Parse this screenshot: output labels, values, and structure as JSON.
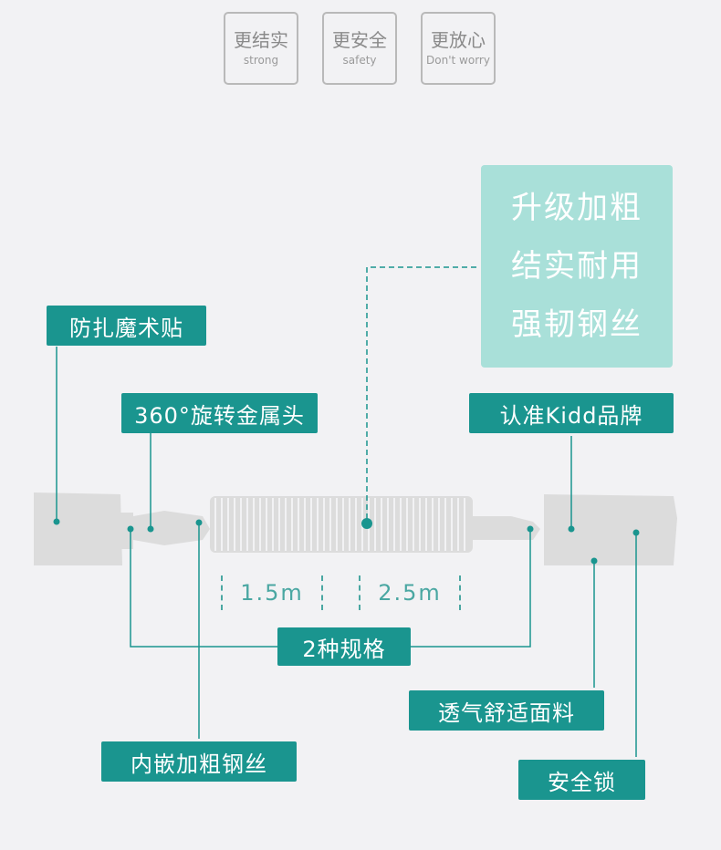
{
  "features": [
    {
      "cn": "更结实",
      "en": "strong"
    },
    {
      "cn": "更安全",
      "en": "safety"
    },
    {
      "cn": "更放心",
      "en": "Don't worry"
    }
  ],
  "highlight": {
    "line1": "升级加粗",
    "line2": "结实耐用",
    "line3": "强韧钢丝"
  },
  "labels": {
    "velcro": "防扎魔术贴",
    "swivel_head": "360°旋转金属头",
    "brand": "认准Kidd品牌",
    "two_sizes": "2种规格",
    "breathable": "透气舒适面料",
    "embedded_wire": "内嵌加粗钢丝",
    "safety_lock": "安全锁"
  },
  "sizes": [
    "1.5m",
    "2.5m"
  ],
  "colors": {
    "accent": "#1a958f",
    "highlight_bg": "#a9e0d9",
    "product_gray": "#dcdcdc",
    "background": "#f2f2f4"
  }
}
